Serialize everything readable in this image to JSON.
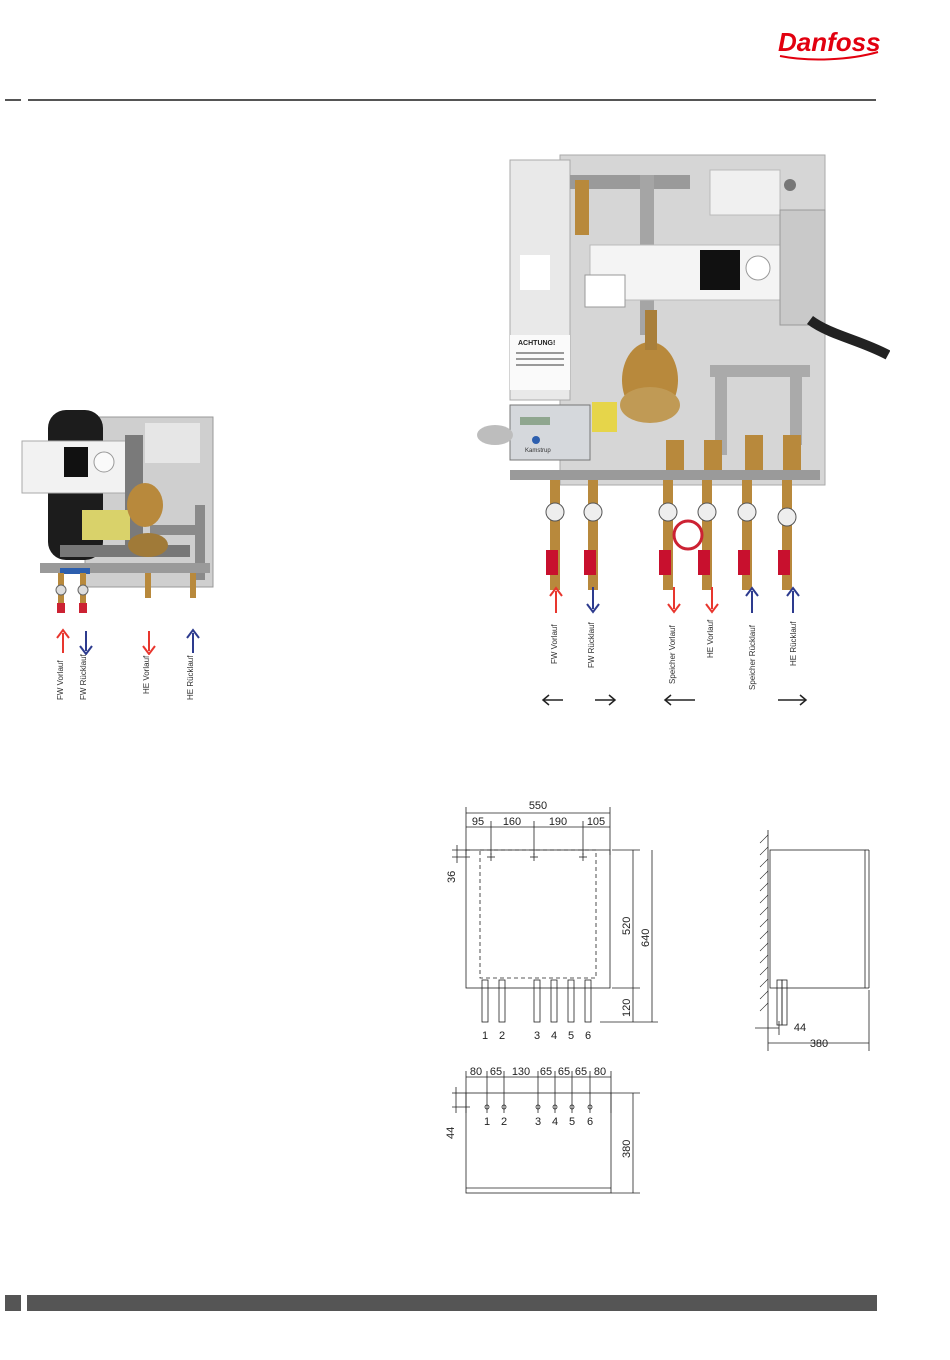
{
  "brand": {
    "logo_text": "Danfoss",
    "color": "#e2000f"
  },
  "colors": {
    "flow_red": "#e8362e",
    "return_blue": "#2d3b8e",
    "rule_gray": "#555555",
    "footer_gray": "#555555"
  },
  "small_photo": {
    "labels": [
      {
        "id": "fw_vorlauf",
        "text": "FW Vorlauf",
        "direction": "up",
        "color": "red"
      },
      {
        "id": "fw_ruecklauf",
        "text": "FW Rücklauf",
        "direction": "down",
        "color": "blue"
      },
      {
        "id": "he_vorlauf",
        "text": "HE Vorlauf",
        "direction": "down",
        "color": "red"
      },
      {
        "id": "he_ruecklauf",
        "text": "HE Rücklauf",
        "direction": "up",
        "color": "blue"
      }
    ]
  },
  "large_photo": {
    "warning_title": "ACHTUNG!",
    "meter_brand": "Kamstrup",
    "labels": [
      {
        "id": "fw_vorlauf",
        "text": "FW Vorlauf",
        "direction": "up",
        "color": "red"
      },
      {
        "id": "fw_ruecklauf",
        "text": "FW Rücklauf",
        "direction": "down",
        "color": "blue"
      },
      {
        "id": "speicher_vorlauf",
        "text": "Speicher Vorlauf",
        "direction": "down",
        "color": "red"
      },
      {
        "id": "he_vorlauf",
        "text": "HE Vorlauf",
        "direction": "down",
        "color": "red"
      },
      {
        "id": "speicher_ruecklauf",
        "text": "Speicher Rücklauf",
        "direction": "up",
        "color": "blue"
      },
      {
        "id": "he_ruecklauf",
        "text": "HE Rücklauf",
        "direction": "up",
        "color": "blue"
      }
    ],
    "horizontal_arrows": [
      "left",
      "right",
      "left",
      "right"
    ]
  },
  "drawing_front": {
    "dim_total_width": "550",
    "dim_segments": [
      "95",
      "160",
      "190",
      "105"
    ],
    "dim_mount_offset": "36",
    "dim_panel_height": "520",
    "dim_total_height": "640",
    "dim_pipe_length": "120",
    "connections": [
      "1",
      "2",
      "3",
      "4",
      "5",
      "6"
    ]
  },
  "drawing_side": {
    "dim_pipe_offset": "44",
    "dim_depth": "380"
  },
  "drawing_top": {
    "dim_segments": [
      "80",
      "65",
      "130",
      "65",
      "65",
      "65",
      "80"
    ],
    "dim_offset": "44",
    "dim_depth": "380",
    "connections": [
      "1",
      "2",
      "3",
      "4",
      "5",
      "6"
    ]
  }
}
